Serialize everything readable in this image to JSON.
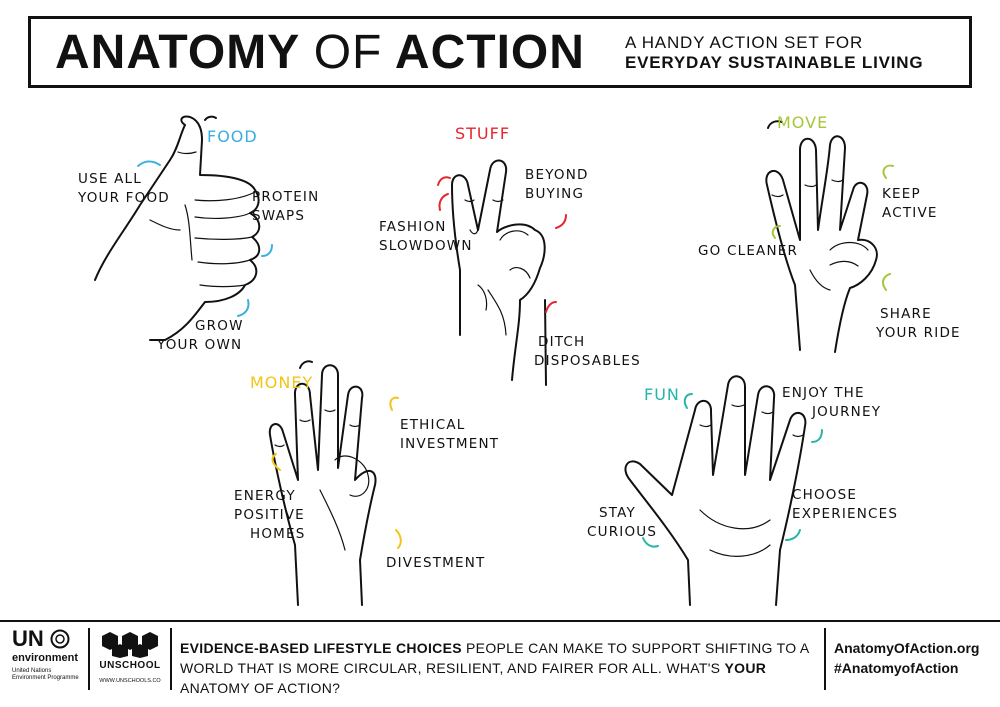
{
  "header": {
    "title_part1": "ANATOMY",
    "title_part2": "OF",
    "title_part3": "ACTION",
    "subtitle_line1": "A HANDY ACTION SET FOR",
    "subtitle_line2": "EVERYDAY SUSTAINABLE LIVING"
  },
  "categories": {
    "food": "FOOD",
    "stuff": "STUFF",
    "move": "MOVE",
    "money": "MONEY",
    "fun": "FUN"
  },
  "actions": {
    "use_all_food_1": "USE ALL",
    "use_all_food_2": "YOUR FOOD",
    "protein_1": "PROTEIN",
    "protein_2": "SWAPS",
    "grow_1": "GROW",
    "grow_2": "YOUR OWN",
    "beyond_1": "BEYOND",
    "beyond_2": "BUYING",
    "fashion_1": "FASHION",
    "fashion_2": "SLOWDOWN",
    "ditch_1": "DITCH",
    "ditch_2": "DISPOSABLES",
    "keep_1": "KEEP",
    "keep_2": "ACTIVE",
    "cleaner": "GO CLEANER",
    "share_1": "SHARE",
    "share_2": "YOUR RIDE",
    "ethical_1": "ETHICAL",
    "ethical_2": "INVESTMENT",
    "energy_1": "ENERGY",
    "energy_2": "POSITIVE",
    "energy_3": "HOMES",
    "divest": "DIVESTMENT",
    "enjoy_1": "ENJOY THE",
    "enjoy_2": "JOURNEY",
    "choose_1": "CHOOSE",
    "choose_2": "EXPERIENCES",
    "curious_1": "STAY",
    "curious_2": "CURIOUS"
  },
  "footer": {
    "un_main": "UN",
    "un_env": "environment",
    "un_small": "United Nations Environment Programme",
    "unschool_name": "UNSCHOOL",
    "unschool_url": "WWW.UNSCHOOLS.CO",
    "text_bold1": "EVIDENCE-BASED LIFESTYLE CHOICES",
    "text_part1": " PEOPLE CAN MAKE TO SUPPORT SHIFTING TO A WORLD THAT IS MORE CIRCULAR, RESILIENT, AND FAIRER FOR ALL. WHAT'S ",
    "text_bold2": "YOUR",
    "text_part2": " ANATOMY OF ACTION?",
    "link1": "AnatomyOfAction.org",
    "link2": "#AnatomyofAction"
  },
  "colors": {
    "food": "#3aaee0",
    "stuff": "#e5262e",
    "move": "#a4c639",
    "money": "#f2c318",
    "fun": "#26b5a8"
  }
}
